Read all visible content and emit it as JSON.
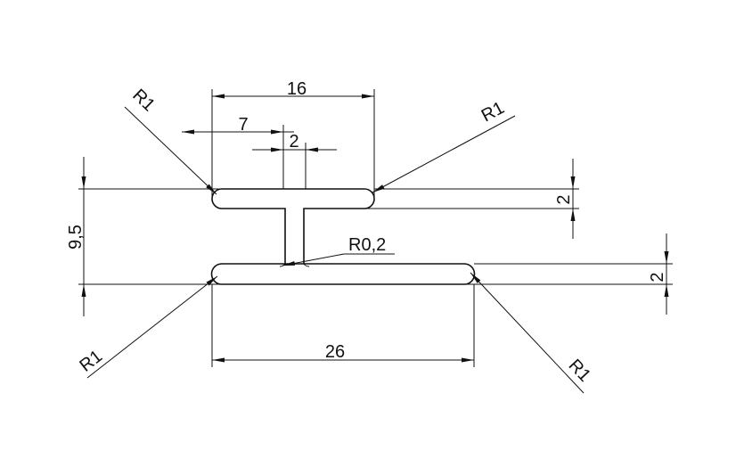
{
  "drawing": {
    "labels": {
      "top_width": "16",
      "offset": "7",
      "web_thickness": "2",
      "overall_height": "9,5",
      "top_flange_thickness": "2",
      "bottom_flange_thickness": "2",
      "bottom_width": "26",
      "fillet_radius": "R0,2",
      "radius_top_left": "R1",
      "radius_top_right": "R1",
      "radius_bottom_left": "R1",
      "radius_bottom_right": "R1"
    },
    "line_color": "#111111",
    "background": "#ffffff"
  }
}
